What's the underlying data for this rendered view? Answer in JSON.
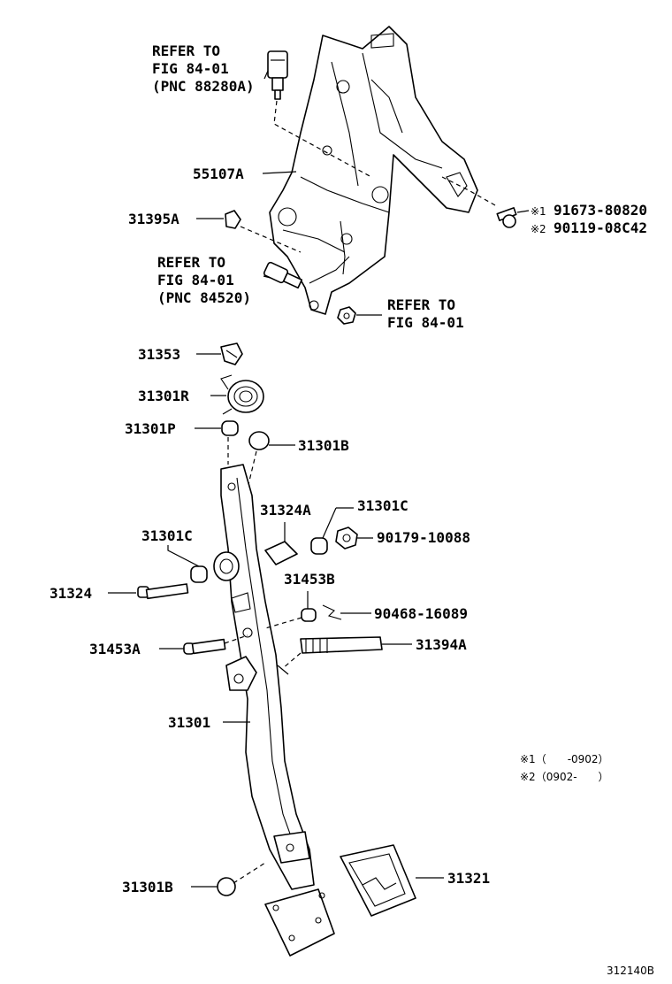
{
  "labels": {
    "refer_sw1_l1": "REFER TO",
    "refer_sw1_l2": "FIG 84-01",
    "refer_sw1_l3": "(PNC 88280A)",
    "p55107a": "55107A",
    "p31395a": "31395A",
    "bolt_l1": "91673-80820",
    "bolt_l2": "90119-08C42",
    "note_mark_1": "※1",
    "note_mark_2": "※2",
    "refer_sw2_l1": "REFER TO",
    "refer_sw2_l2": "FIG 84-01",
    "refer_sw2_l3": "(PNC 84520)",
    "refer_nut_l1": "REFER TO",
    "refer_nut_l2": "FIG 84-01",
    "p31353": "31353",
    "p31301r": "31301R",
    "p31301p": "31301P",
    "p31301b_top": "31301B",
    "p31324a": "31324A",
    "p31301c_r": "31301C",
    "p90179": "90179-10088",
    "p31301c_l": "31301C",
    "p31324": "31324",
    "p31453b": "31453B",
    "p90468": "90468-16089",
    "p31453a": "31453A",
    "p31394a": "31394A",
    "p31301": "31301",
    "p31301b_bot": "31301B",
    "p31321": "31321"
  },
  "notes": {
    "n1": "※1（　　-0902）",
    "n2": "※2（0902-　　）"
  },
  "figure_id": "312140B"
}
